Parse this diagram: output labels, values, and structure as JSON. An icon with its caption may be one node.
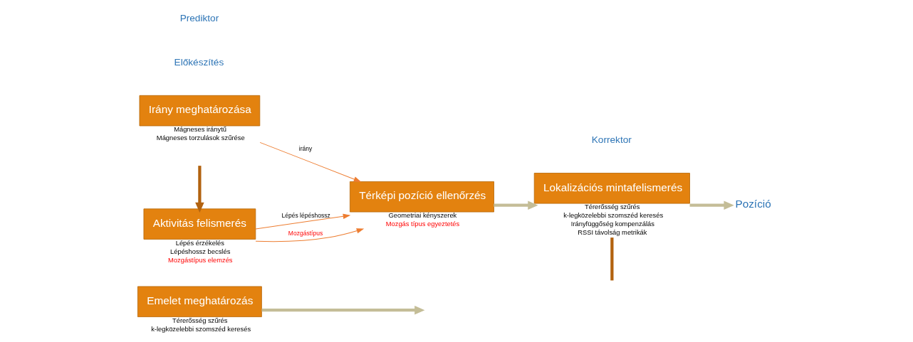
{
  "diagram": {
    "nodes": [
      {
        "text": [
          "Emelet meghatározás"
        ],
        "beside": [
          "Térerősség szűrés",
          "k-legközelebbi szomszéd keresés"
        ]
      },
      {
        "text": [
          "Irány meghatározása"
        ],
        "beside": [
          "Mágneses iránytű",
          "Mágneses torzulások szűrése"
        ]
      },
      {
        "text": [
          "Aktivitás felismerés"
        ],
        "beside": [
          "Lépés érzékelés",
          "Lépéshossz becslés",
          "Mozgástípus elemzés"
        ]
      },
      {
        "text": [
          "Térképi pozíció ellenőrzés"
        ],
        "beside": [
          "Geometriai kényszerek",
          "Mozgás típus egyeztetés"
        ]
      },
      {
        "text": [
          "Lokalizációs mintafelismerés"
        ],
        "beside": [
          "Térerősség szűrés",
          "k-legközelebbi szomszéd keresés",
          "Irányfüggőség kompenzálás",
          "RSSI távolság metrikák"
        ]
      },
      {
        "text": [
          "Pozíció"
        ]
      }
    ],
    "edges": [
      {
        "from": 0,
        "to": null,
        "arrow": "to"
      },
      {
        "from": 1,
        "to": 3,
        "arrow": "to",
        "label": "irány",
        "color": "#ed7d31"
      },
      {
        "from": 2,
        "to": 3,
        "arrow": "to",
        "label": "Lépés lépéshossz",
        "color": "#ed7d31"
      },
      {
        "from": 2,
        "to": 3,
        "arrow": "to",
        "label": "Mozgástípus",
        "color": "#ed7d31"
      },
      {
        "from": 3,
        "to": 4,
        "arrow": "to"
      },
      {
        "from": 4,
        "to": 5,
        "arrow": "to"
      },
      {
        "from": null,
        "to": 2,
        "arrow": "to",
        "color": "#b2620f"
      },
      {
        "from": 4,
        "to": null,
        "arrow": "none",
        "color": "#b2620f"
      }
    ],
    "labels": [
      "Előkészítés",
      "Prediktor",
      "Korrektor"
    ]
  }
}
